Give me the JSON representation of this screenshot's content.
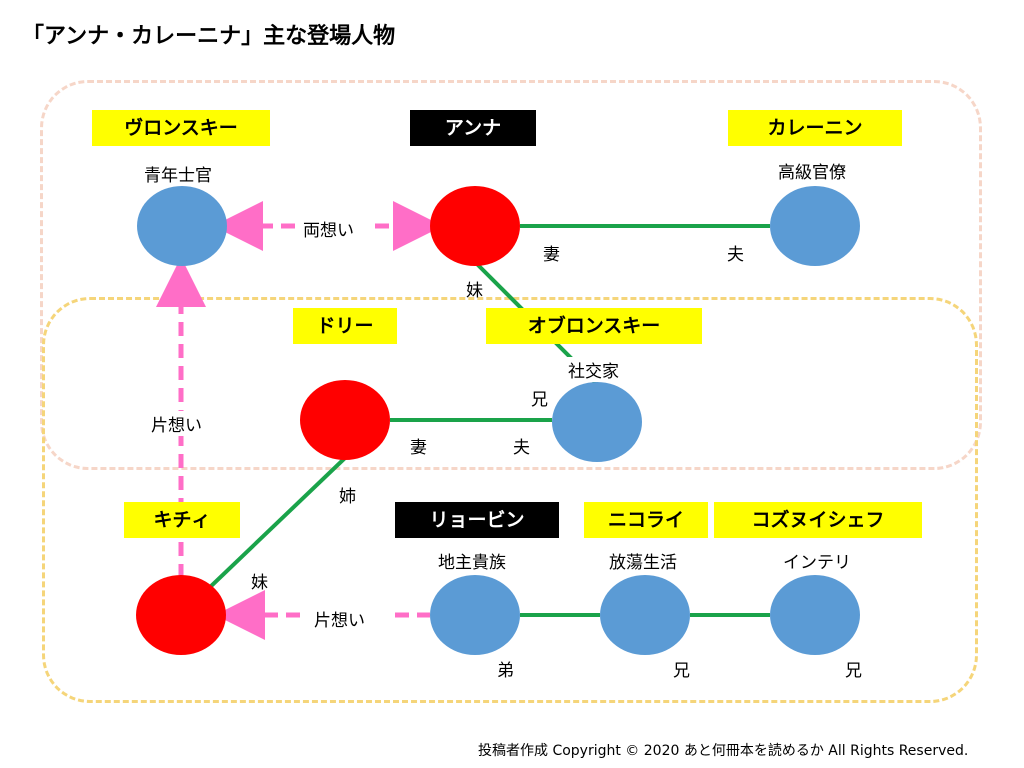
{
  "title": "「アンナ・カレーニナ」主な登場人物",
  "characters": {
    "vronsky": {
      "name": "ヴロンスキー",
      "role": "青年士官"
    },
    "anna": {
      "name": "アンナ"
    },
    "karenin": {
      "name": "カレーニン",
      "role": "高級官僚"
    },
    "dolly": {
      "name": "ドリー"
    },
    "oblonsky": {
      "name": "オブロンスキー",
      "role": "社交家"
    },
    "kitty": {
      "name": "キチィ"
    },
    "levin": {
      "name": "リョービン",
      "role": "地主貴族"
    },
    "nikolai": {
      "name": "ニコライ",
      "role": "放蕩生活"
    },
    "koznyshev": {
      "name": "コズヌイシェフ",
      "role": "インテリ"
    }
  },
  "relations": {
    "mutual_love": "両想い",
    "one_sided_kitty_vronsky": "片想い",
    "one_sided_levin_kitty": "片想い",
    "anna_wife": "妻",
    "karenin_husband": "夫",
    "anna_sister": "妹",
    "oblonsky_brother": "兄",
    "dolly_wife": "妻",
    "oblonsky_husband": "夫",
    "dolly_elder_sister": "姉",
    "kitty_sister": "妹",
    "levin_younger_brother": "弟",
    "nikolai_brother": "兄",
    "koznyshev_brother": "兄"
  },
  "footer": "投稿者作成 Copyright © 2020 あと何冊本を読めるか All Rights Reserved.",
  "colors": {
    "female_node": "#ff0000",
    "male_node": "#5b9bd5",
    "family_line": "#1aa34a",
    "love_arrow": "#ff6ec7",
    "label_highlight": "#ffff00"
  }
}
